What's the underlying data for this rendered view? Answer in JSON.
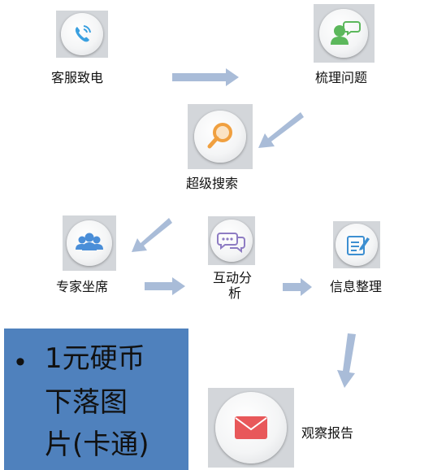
{
  "steps": [
    {
      "label": "客服致电",
      "icon": "phone-icon"
    },
    {
      "label": "梳理问题",
      "icon": "person-chat-icon"
    },
    {
      "label": "超级搜索",
      "icon": "magnifier-icon"
    },
    {
      "label": "专家坐席",
      "icon": "group-icon"
    },
    {
      "label_line1": "互动分",
      "label_line2": "析",
      "icon": "chat-bubbles-icon"
    },
    {
      "label": "信息整理",
      "icon": "document-edit-icon"
    },
    {
      "label": "观察报告",
      "icon": "envelope-icon"
    }
  ],
  "note": {
    "bullet": "•",
    "line1": "1元硬币",
    "line2": "下落图",
    "line3": "片(卡通)"
  },
  "colors": {
    "arrow": "#a9bcd8",
    "tile": "#d3d6da",
    "note_bg": "#4f81bd",
    "phone": "#3aa0e0",
    "person": "#5cb85c",
    "magnifier": "#f0a040",
    "group": "#4a8ed8",
    "chat": "#8e7cc3",
    "document": "#3d8fd1",
    "envelope": "#e8585a"
  }
}
